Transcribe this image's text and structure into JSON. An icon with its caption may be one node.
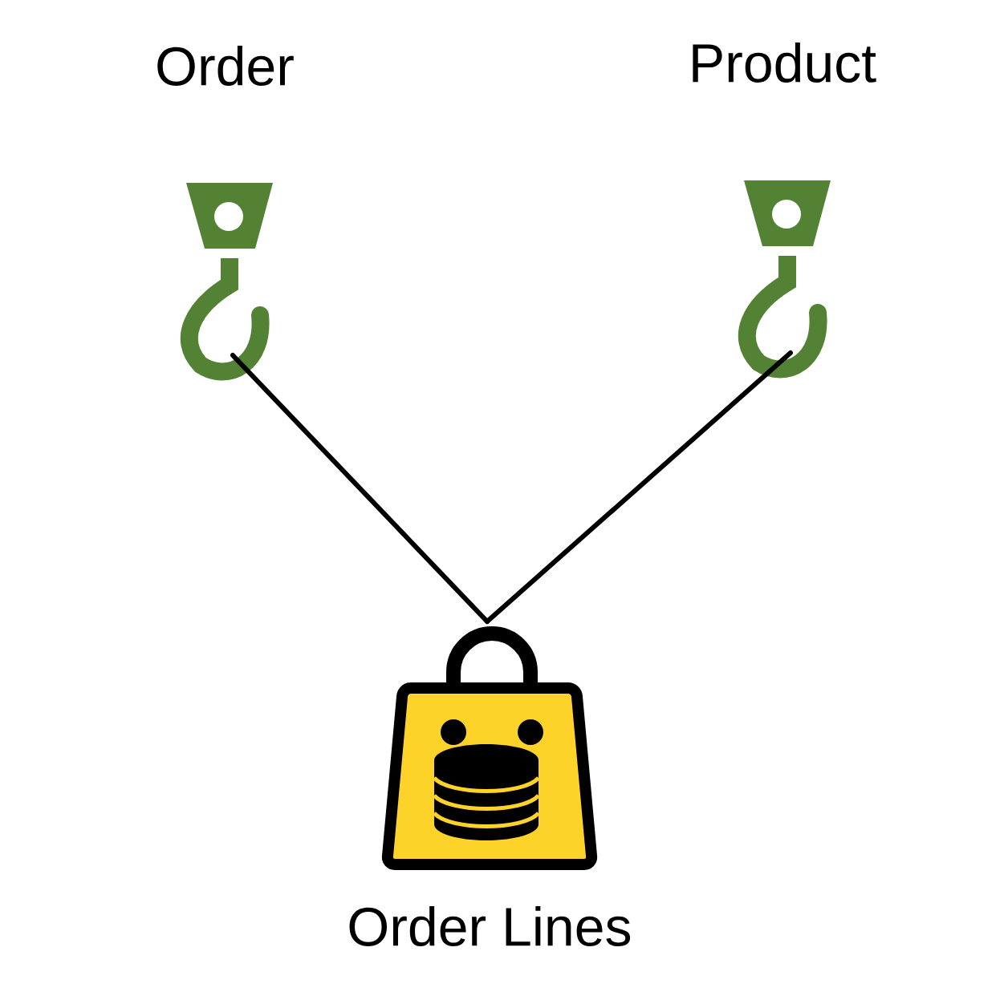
{
  "diagram": {
    "nodes": [
      {
        "text": [
          "Order"
        ]
      },
      {
        "text": [
          "Product"
        ]
      },
      {
        "text": [
          "Order Lines"
        ]
      }
    ],
    "edges": [
      {
        "from": 0,
        "to": 2,
        "arrow": "none"
      },
      {
        "from": 1,
        "to": 2,
        "arrow": "none"
      }
    ]
  }
}
